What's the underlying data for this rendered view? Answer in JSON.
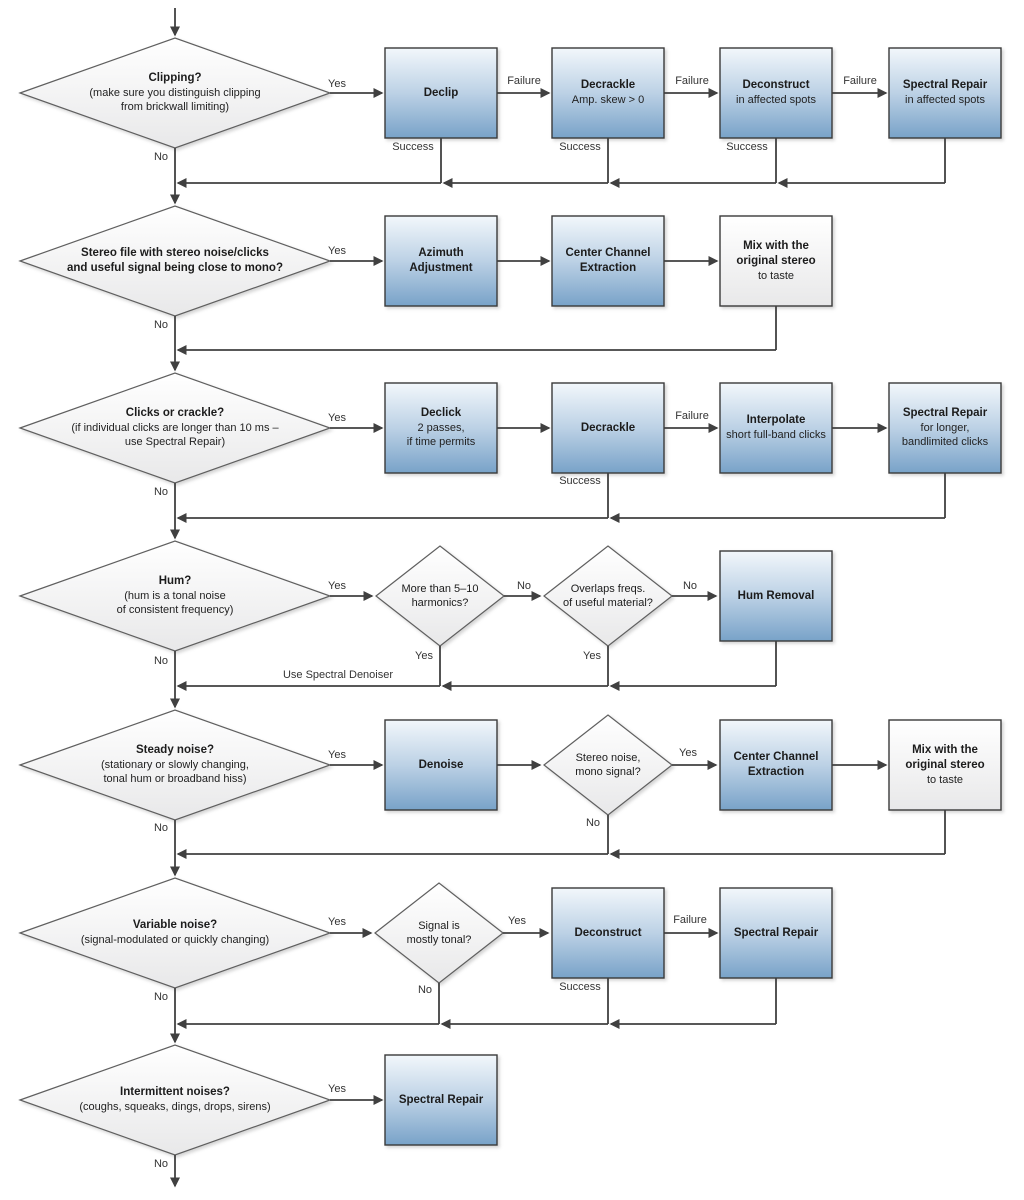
{
  "labels": {
    "yes": "Yes",
    "no": "No",
    "failure": "Failure",
    "success": "Success",
    "use_spectral_denoiser": "Use Spectral Denoiser"
  },
  "nodes": {
    "q_clipping": {
      "title": "Clipping?",
      "subtitle": "(make sure you distinguish clipping\nfrom brickwall limiting)"
    },
    "declip": {
      "title": "Declip"
    },
    "decrackle_amp": {
      "title": "Decrackle",
      "subtitle": "Amp. skew > 0"
    },
    "deconstruct_spots": {
      "title": "Deconstruct",
      "subtitle": "in affected spots"
    },
    "spectral_repair_spots": {
      "title": "Spectral Repair",
      "subtitle": "in affected spots"
    },
    "q_stereo": {
      "title": "Stereo file with stereo noise/clicks\nand useful signal being close to mono?"
    },
    "azimuth": {
      "title": "Azimuth\nAdjustment"
    },
    "cce1": {
      "title": "Center Channel\nExtraction"
    },
    "mix1": {
      "title": "Mix with the\noriginal stereo",
      "subtitle": "to taste"
    },
    "q_clicks": {
      "title": "Clicks or crackle?",
      "subtitle": "(if individual clicks are longer than 10 ms –\nuse Spectral Repair)"
    },
    "declick": {
      "title": "Declick",
      "subtitle": "2 passes,\nif time permits"
    },
    "decrackle2": {
      "title": "Decrackle"
    },
    "interpolate": {
      "title": "Interpolate",
      "subtitle": "short full-band clicks"
    },
    "spectral_repair_long": {
      "title": "Spectral Repair",
      "subtitle": "for longer,\nbandlimited clicks"
    },
    "q_hum": {
      "title": "Hum?",
      "subtitle": "(hum is a tonal noise\nof consistent frequency)"
    },
    "q_harmonics": {
      "title": "More than 5–10\nharmonics?"
    },
    "q_overlaps": {
      "title": "Overlaps freqs.\nof useful material?"
    },
    "hum_removal": {
      "title": "Hum Removal"
    },
    "q_steady": {
      "title": "Steady noise?",
      "subtitle": "(stationary or slowly changing,\ntonal hum or broadband hiss)"
    },
    "denoise": {
      "title": "Denoise"
    },
    "q_stereo_noise": {
      "title": "Stereo noise,\nmono signal?"
    },
    "cce2": {
      "title": "Center Channel\nExtraction"
    },
    "mix2": {
      "title": "Mix with the\noriginal stereo",
      "subtitle": "to taste"
    },
    "q_variable": {
      "title": "Variable noise?",
      "subtitle": "(signal-modulated or quickly changing)"
    },
    "q_tonal": {
      "title": "Signal is\nmostly tonal?"
    },
    "deconstruct2": {
      "title": "Deconstruct"
    },
    "spectral_repair2": {
      "title": "Spectral Repair"
    },
    "q_intermittent": {
      "title": "Intermittent noises?",
      "subtitle": "(coughs, squeaks, dings, drops, sirens)"
    },
    "spectral_repair3": {
      "title": "Spectral Repair"
    }
  },
  "colors": {
    "process_box_top": "#f2f7fb",
    "process_box_bottom": "#78a2c8",
    "box_border": "#3a3a3a",
    "decision_top": "#ffffff",
    "decision_bottom": "#e8e8e9",
    "decision_border": "#5f5f5f",
    "connector": "#404040",
    "text": "#1c1c1c"
  }
}
